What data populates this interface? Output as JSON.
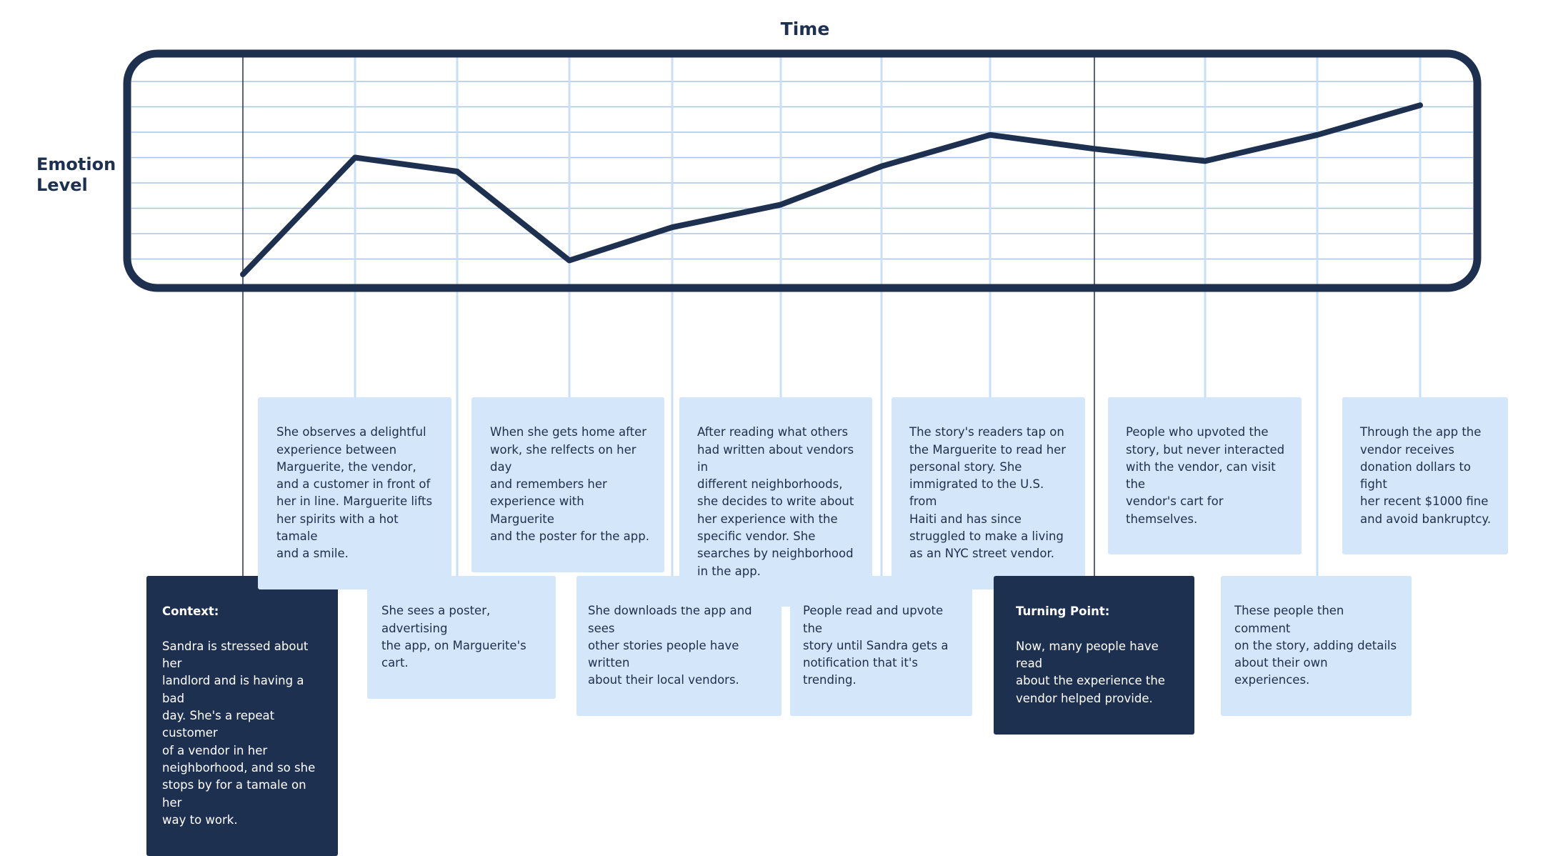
{
  "axes": {
    "x_label": "Time",
    "y_label": "Emotion\nLevel"
  },
  "colors": {
    "navy": "#1e3050",
    "light_blue_card": "#d4e6f9",
    "stem": "#c7dff7",
    "grid": "#a9c5e6"
  },
  "chart_data": {
    "type": "line",
    "title": "",
    "xlabel": "Time",
    "ylabel": "Emotion Level",
    "y_gridlines": 8,
    "steps": [
      "context",
      "observe",
      "poster",
      "reflect",
      "download",
      "write",
      "upvote",
      "readers",
      "turning",
      "visit",
      "comment",
      "donation"
    ],
    "series": [
      {
        "values": [
          0.0,
          0.67,
          0.59,
          0.08,
          0.27,
          0.4,
          0.62,
          0.8,
          0.72,
          0.65,
          0.8,
          0.97
        ]
      }
    ]
  },
  "cards": [
    {
      "id": "context",
      "tone": "dark",
      "row": "bottom",
      "title": "Context:",
      "text": "Sandra is stressed about her\nlandlord and is having a bad\nday. She's a repeat customer\nof a vendor in her\nneighborhood, and so she\nstops by for a tamale on her\nway to work."
    },
    {
      "id": "observe",
      "tone": "light",
      "row": "top",
      "title": "",
      "text": "She observes a delightful\nexperience between\nMarguerite, the vendor,\nand a customer in front of\nher in line. Marguerite lifts\nher spirits with a hot tamale\nand a smile."
    },
    {
      "id": "poster",
      "tone": "light",
      "row": "bottom",
      "title": "",
      "text": "She sees a poster, advertising\nthe app, on Marguerite's cart."
    },
    {
      "id": "reflect",
      "tone": "light",
      "row": "top",
      "title": "",
      "text": "When she gets home after\nwork, she relfects on her day\nand remembers her\nexperience with Marguerite\nand the poster for the app."
    },
    {
      "id": "download",
      "tone": "light",
      "row": "bottom",
      "title": "",
      "text": "She downloads the app and sees\nother stories people have written\nabout their local vendors."
    },
    {
      "id": "write",
      "tone": "light",
      "row": "top",
      "title": "",
      "text": "After reading what others\nhad written about vendors in\ndifferent neighborhoods,\nshe decides to write about\nher experience with the\nspecific vendor. She\nsearches by neighborhood\nin the app."
    },
    {
      "id": "upvote",
      "tone": "light",
      "row": "bottom",
      "title": "",
      "text": "People read and upvote the\nstory until Sandra gets a\nnotification that it's trending."
    },
    {
      "id": "readers",
      "tone": "light",
      "row": "top",
      "title": "",
      "text": "The story's readers tap on\nthe Marguerite to read her\npersonal story. She\nimmigrated to the U.S. from\nHaiti and has since\n struggled to make a living\nas an NYC street vendor."
    },
    {
      "id": "turning",
      "tone": "dark",
      "row": "bottom",
      "title": "Turning Point:",
      "text": "Now, many people have read\nabout the experience the\nvendor helped provide."
    },
    {
      "id": "visit",
      "tone": "light",
      "row": "top",
      "title": "",
      "text": "People who upvoted the\nstory, but never interacted\nwith the vendor, can visit the\nvendor's cart for themselves."
    },
    {
      "id": "comment",
      "tone": "light",
      "row": "bottom",
      "title": "",
      "text": "These people then comment\non the story, adding details\nabout their own experiences."
    },
    {
      "id": "donation",
      "tone": "light",
      "row": "top",
      "title": "",
      "text": "Through the app the\nvendor receives\ndonation dollars to fight\nher recent $1000 fine\nand avoid bankruptcy."
    }
  ]
}
